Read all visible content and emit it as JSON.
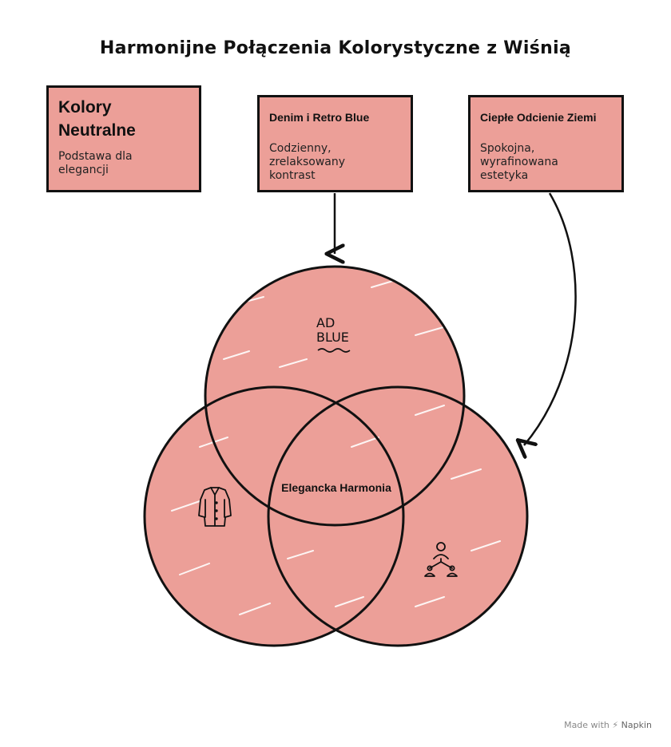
{
  "title": "Harmonijne Połączenia Kolorystyczne z Wiśnią",
  "cards": {
    "neutral": {
      "heading_line1": "Kolory",
      "heading_line2": "Neutralne",
      "desc_line1": "Podstawa dla",
      "desc_line2": "elegancji"
    },
    "denim": {
      "heading": "Denim i Retro Blue",
      "desc_line1": "Codzienny,",
      "desc_line2": "zrelaksowany",
      "desc_line3": "kontrast"
    },
    "earth": {
      "heading": "Ciepłe Odcienie Ziemi",
      "desc_line1": "Spokojna,",
      "desc_line2": "wyrafinowana",
      "desc_line3": "estetyka"
    }
  },
  "venn": {
    "center_label": "Elegancka Harmonia",
    "logo_line1": "AD",
    "logo_line2": "BLUE",
    "icons": {
      "top": "ad-blue-logo",
      "left": "shirt-icon",
      "right": "people-network-icon"
    }
  },
  "colors": {
    "fill": "#ec9f98",
    "stroke": "#111111",
    "background": "#ffffff"
  },
  "watermark": {
    "prefix": "Made with",
    "brand": "Napkin"
  }
}
